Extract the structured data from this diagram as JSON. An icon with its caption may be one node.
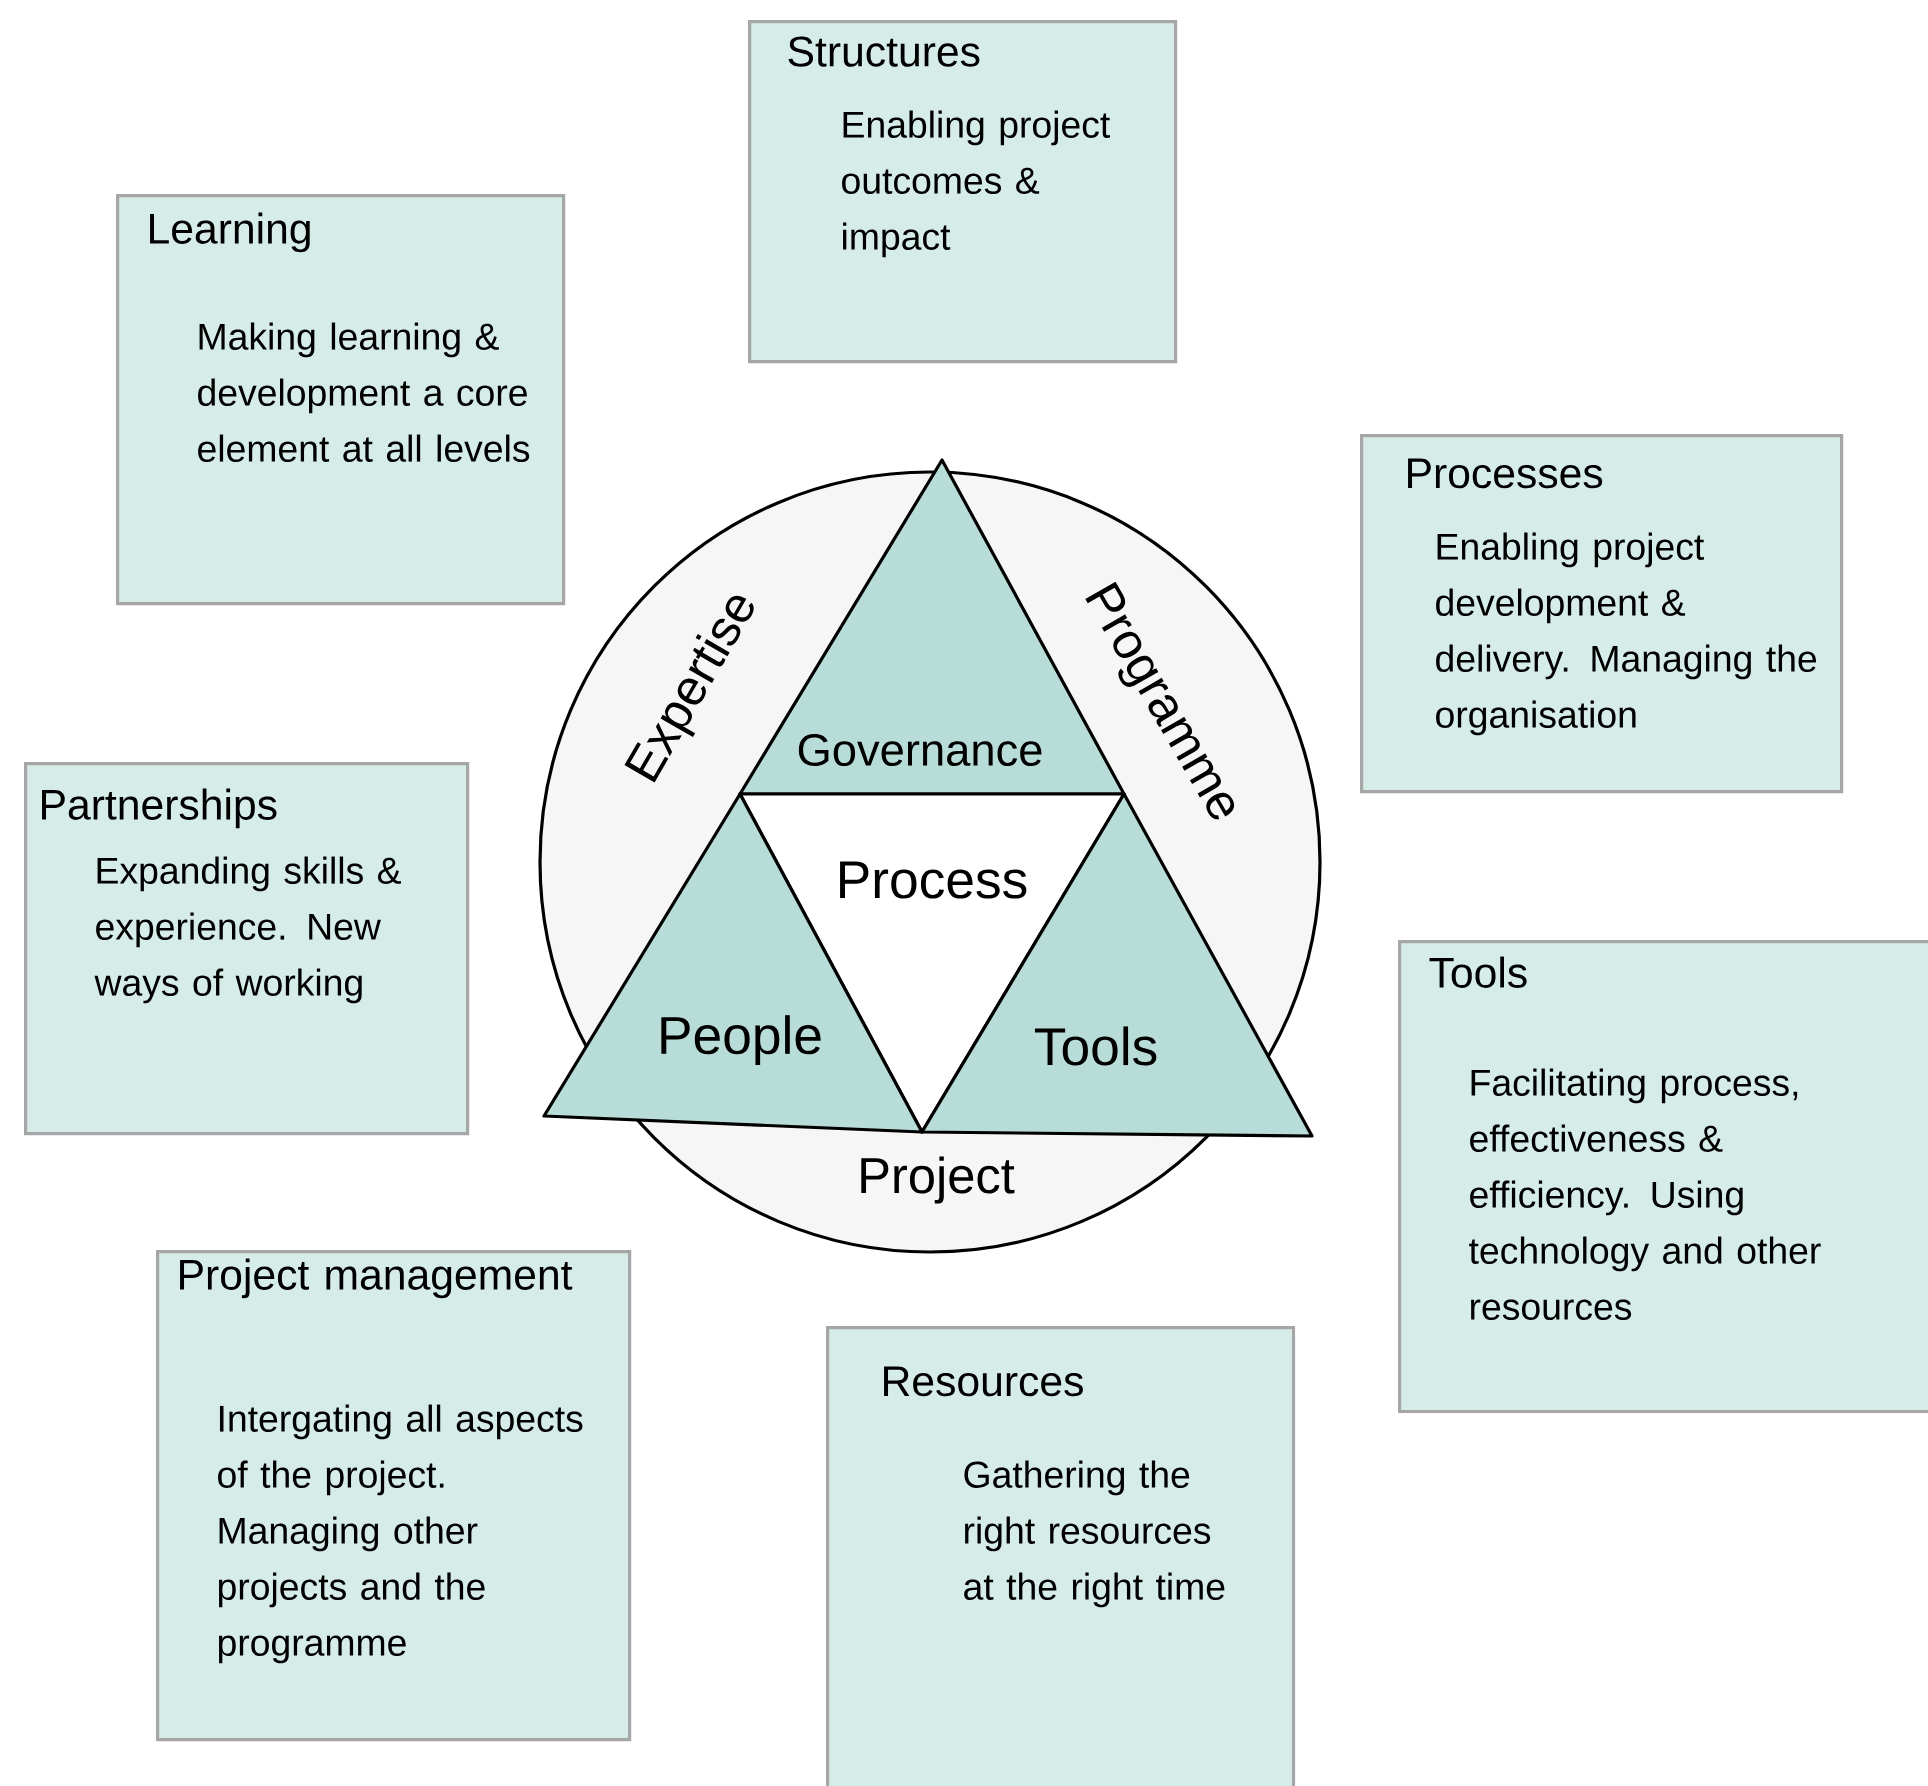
{
  "diagram": {
    "nodes": [
      {
        "text": [
          "Structures",
          "Enabling project outcomes & impact"
        ]
      },
      {
        "text": [
          "Learning",
          "Making learning & development a core element at all levels"
        ]
      },
      {
        "text": [
          "Processes",
          "Enabling project development & delivery. Managing the organisation"
        ]
      },
      {
        "text": [
          "Expertise",
          "Programme",
          "Project"
        ]
      },
      {
        "text": [
          "Governance"
        ],
        "in": 3
      },
      {
        "text": [
          "Process"
        ],
        "in": 3
      },
      {
        "text": [
          "People"
        ],
        "in": 3
      },
      {
        "text": [
          "Tools"
        ],
        "in": 3
      },
      {
        "text": [
          "Partnerships",
          "Expanding skills & experience. New ways of working"
        ]
      },
      {
        "text": [
          "Tools",
          "Facilitating process, effectiveness & efficiency. Using technology and other resources"
        ]
      },
      {
        "text": [
          "Project management",
          "Intergating all aspects of the project. Managing other projects and the programme"
        ]
      },
      {
        "text": [
          "Resources",
          "Gathering the right resources at the right time"
        ]
      }
    ]
  }
}
